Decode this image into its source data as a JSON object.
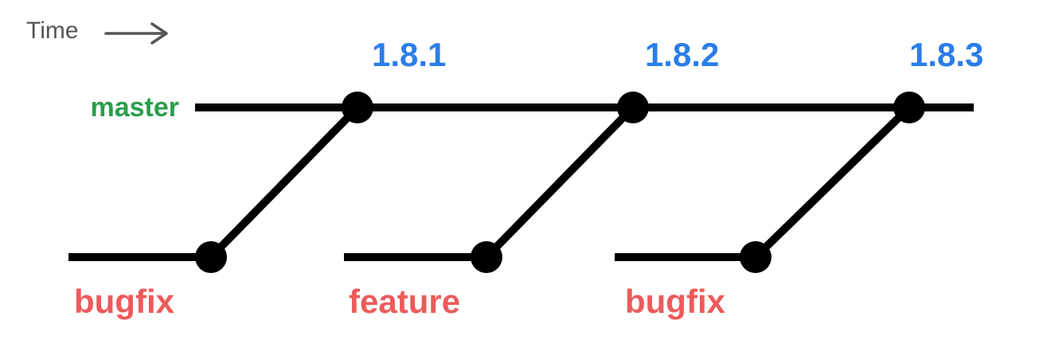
{
  "diagram": {
    "type": "git-branch-release-diagram",
    "time": {
      "label": "Time"
    },
    "master": {
      "label": "master"
    },
    "tags": [
      {
        "label": "1.8.1"
      },
      {
        "label": "1.8.2"
      },
      {
        "label": "1.8.3"
      }
    ],
    "branches": [
      {
        "label": "bugfix"
      },
      {
        "label": "feature"
      },
      {
        "label": "bugfix"
      }
    ],
    "colors": {
      "tag_blue": "#2b7de9",
      "branch_red": "#ee5a5a",
      "master_green": "#2a9d4b",
      "line_black": "#000000",
      "time_gray": "#555555"
    }
  }
}
